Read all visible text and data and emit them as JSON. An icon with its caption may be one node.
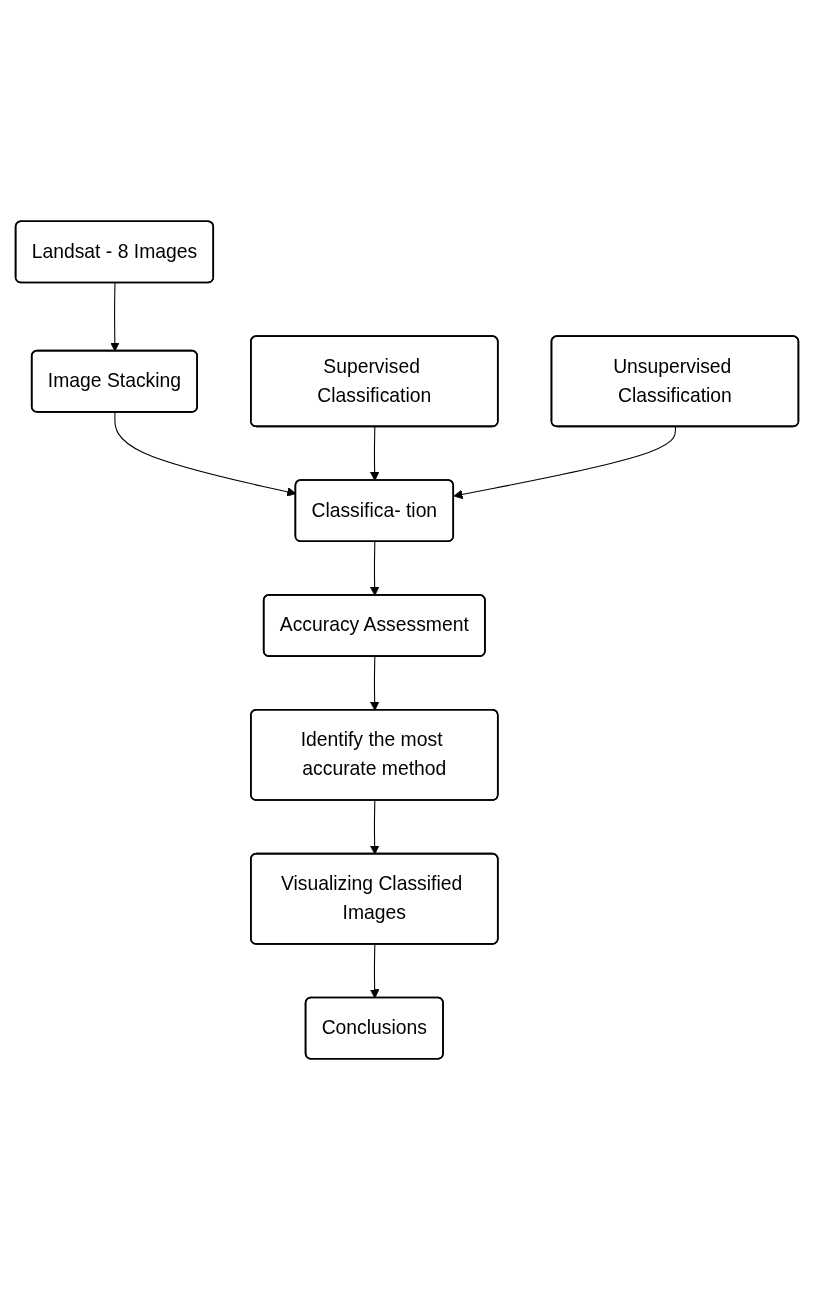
{
  "diagram": {
    "nodes": [
      {
        "text": [
          "Landsat - 8 Images"
        ]
      },
      {
        "text": [
          "Image Stacking"
        ]
      },
      {
        "text": [
          "Supervised Classification"
        ]
      },
      {
        "text": [
          "Classifica- tion"
        ]
      },
      {
        "text": [
          "Unsupervised Classification"
        ]
      },
      {
        "text": [
          "Accuracy Assessment"
        ]
      },
      {
        "text": [
          "Identify the most accurate method"
        ]
      },
      {
        "text": [
          "Visualizing Classified Images"
        ]
      },
      {
        "text": [
          "Conclusions"
        ]
      }
    ],
    "edges": [
      {
        "from": 0,
        "to": 1,
        "arrow": "to"
      },
      {
        "from": 1,
        "to": 3,
        "arrow": "to"
      },
      {
        "from": 2,
        "to": 3,
        "arrow": "to"
      },
      {
        "from": 4,
        "to": 3,
        "arrow": "to"
      },
      {
        "from": 3,
        "to": 5,
        "arrow": "to"
      },
      {
        "from": 5,
        "to": 6,
        "arrow": "to"
      },
      {
        "from": 6,
        "to": 7,
        "arrow": "to"
      },
      {
        "from": 7,
        "to": 8,
        "arrow": "to"
      }
    ]
  }
}
